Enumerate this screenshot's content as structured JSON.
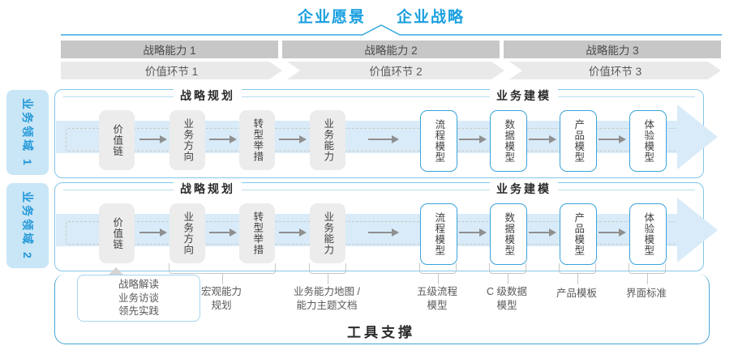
{
  "title": {
    "vision": "企业愿景",
    "strategy": "企业战略"
  },
  "capability_bar": [
    "战略能力 1",
    "战略能力 2",
    "战略能力 3"
  ],
  "value_bar": [
    "价值环节 1",
    "价值环节 2",
    "价值环节 3"
  ],
  "domain_tabs": [
    "业务领域 1",
    "业务领域 2"
  ],
  "sections": {
    "planning": "战略规划",
    "modeling": "业务建模"
  },
  "flow_boxes": [
    "价值链",
    "业务方向",
    "转型举措",
    "业务能力",
    "流程模型",
    "数据模型",
    "产品模型",
    "体验模型"
  ],
  "annotations": {
    "inputs": "战略解读\n业务访谈\n领先实践",
    "macro_capability": "宏观能力\n规划",
    "capability_map": "业务能力地图 /\n能力主题文档",
    "process_model": "五级流程\n模型",
    "data_model": "C 级数据\n模型",
    "product_template": "产品模板",
    "ui_standard": "界面标准"
  },
  "tool_support": "工具支撑",
  "colors": {
    "accent_blue": "#199fe0",
    "light_blue_fill": "#d9ebf8",
    "tab_fill": "#c9e6f7",
    "bar_gray": "#c7c7c7",
    "chevron_gray": "#e9e9e9",
    "box_gray": "#ececec",
    "blue_border": "#3aa3d9"
  }
}
